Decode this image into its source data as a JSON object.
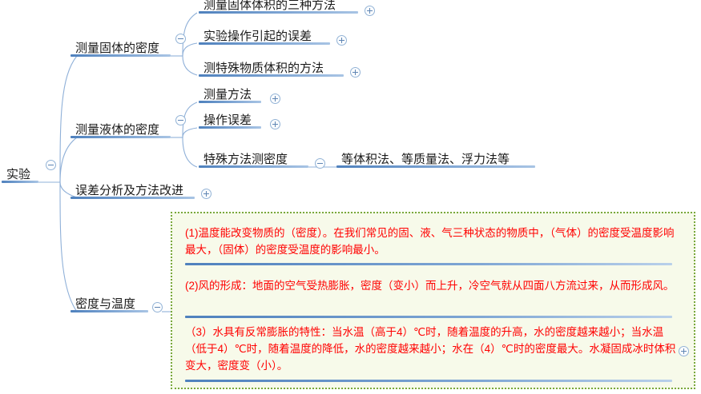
{
  "meta": {
    "title": "实验 — 密度知识思维导图",
    "colors": {
      "branch_line": "#8fb0d8",
      "node_underline": "#4f81bd",
      "note_border": "#79a83c",
      "note_background": "#f7faea",
      "note_text": "#ff0000",
      "node_text": "#1a1a1a"
    }
  },
  "root": {
    "label": "实验",
    "toggle": {
      "icon": "minus-circle-icon",
      "state": "expanded"
    }
  },
  "branches": [
    {
      "id": "solid-density",
      "label": "测量固体的密度",
      "toggle": {
        "icon": "minus-circle-icon",
        "state": "expanded"
      },
      "children": [
        {
          "id": "three-methods-volume-solid",
          "label": "测量固体体积的三种方法",
          "toggle": {
            "icon": "plus-circle-icon",
            "state": "collapsed"
          }
        },
        {
          "id": "experiment-operation-error",
          "label": "实验操作引起的误差",
          "toggle": {
            "icon": "plus-circle-icon",
            "state": "collapsed"
          }
        },
        {
          "id": "special-substance-volume",
          "label": "测特殊物质体积的方法",
          "toggle": {
            "icon": "plus-circle-icon",
            "state": "collapsed"
          }
        }
      ]
    },
    {
      "id": "liquid-density",
      "label": "测量液体的密度",
      "toggle": {
        "icon": "minus-circle-icon",
        "state": "expanded"
      },
      "children": [
        {
          "id": "measure-method",
          "label": "测量方法",
          "toggle": {
            "icon": "plus-circle-icon",
            "state": "collapsed"
          }
        },
        {
          "id": "operation-error",
          "label": "操作误差",
          "toggle": {
            "icon": "plus-circle-icon",
            "state": "collapsed"
          }
        },
        {
          "id": "special-method-density",
          "label": "特殊方法测密度",
          "toggle": {
            "icon": "minus-circle-icon",
            "state": "expanded"
          },
          "children": [
            {
              "id": "equal-volume-mass-buoyancy",
              "label": "等体积法、等质量法、浮力法等"
            }
          ]
        }
      ]
    },
    {
      "id": "error-analysis",
      "label": "误差分析及方法改进",
      "toggle": {
        "icon": "plus-circle-icon",
        "state": "collapsed"
      },
      "children": []
    },
    {
      "id": "density-and-temperature",
      "label": "密度与温度",
      "toggle": {
        "icon": "minus-circle-icon",
        "state": "expanded"
      },
      "note": {
        "expand_toggle": {
          "icon": "plus-circle-icon",
          "state": "collapsed"
        },
        "paragraphs": [
          {
            "id": "p1",
            "text": "(1)温度能改变物质的（密度）。在我们常见的固、液、气三种状态的物质中，（气体）的密度受温度影响最大，（固体）的密度受温度的影响最小。"
          },
          {
            "id": "p2",
            "text": "(2)风的形成：地面的空气受热膨胀，密度（变小）而上升，冷空气就从四面八方流过来，从而形成风。"
          },
          {
            "id": "p3",
            "text": "（3）水具有反常膨胀的特性：当水温（高于4）℃时，随着温度的升高，水的密度越来越小；当水温（低于4）℃时，随着温度的降低，水的密度越来越小；水在（4）℃时的密度最大。水凝固成冰时体积变大，密度变（小）。"
          }
        ]
      }
    }
  ]
}
